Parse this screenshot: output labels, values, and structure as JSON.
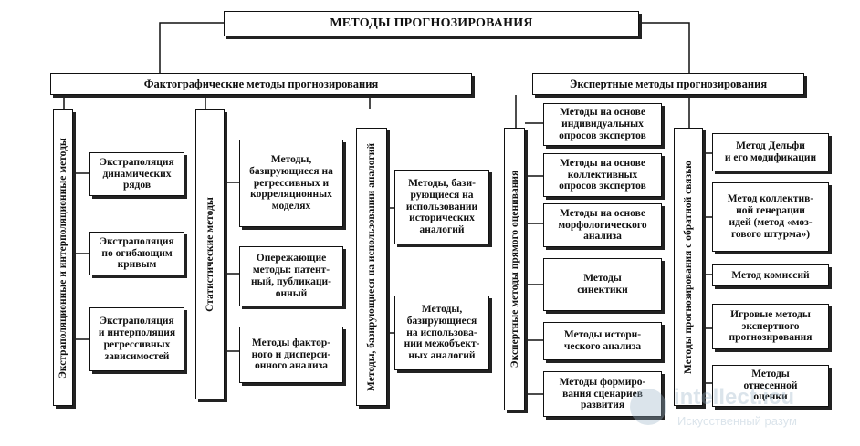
{
  "title": "МЕТОДЫ ПРОГНОЗИРОВАНИЯ",
  "left_branch": {
    "label": "Фактографические методы прогнозирования",
    "groups": [
      {
        "label": "Экстраполяционные и интерполяционные методы",
        "items": [
          "Экстраполяция\nдинамических\nрядов",
          "Экстраполяция\nпо огибающим\nкривым",
          "Экстраполяция\nи интерполяция\nрегрессивных\nзависимостей"
        ]
      },
      {
        "label": "Статистические методы",
        "items": [
          "Методы,\nбазирующиеся на\nрегрессивных и\nкорреляционных\nмоделях",
          "Опережающие\nметоды: патент-\nный, публикаци-\nонный",
          "Методы фактор-\nного и дисперси-\nонного анализа"
        ]
      },
      {
        "label": "Методы, базирующиеся на использовании аналогий",
        "items": [
          "Методы, бази-\nрующиеся на\nиспользовании\nисторических\nаналогий",
          "Методы,\nбазирующиеся\nна использова-\nнии межобъект-\nных аналогий"
        ]
      }
    ]
  },
  "right_branch": {
    "label": "Экспертные методы прогнозирования",
    "groups": [
      {
        "label": "Экспертные методы прямого оценивания",
        "items": [
          "Методы на основе\nиндивидуальных\nопросов экспертов",
          "Методы на основе\nколлективных\nопросов экспертов",
          "Методы на основе\nморфологического\nанализа",
          "Методы\nсинектики",
          "Методы истори-\nческого анализа",
          "Методы формиро-\nвания сценариев\nразвития"
        ]
      },
      {
        "label": "Методы прогнозирования с обратной связью",
        "items": [
          "Метод Дельфи\nи его модификации",
          "Метод коллектив-\nной генерации\nидей (метод «моз-\nгового штурма»)",
          "Метод комиссий",
          "Игровые методы\nэкспертного\nпрогнозирования",
          "Методы\nотнесенной\nоценки"
        ]
      }
    ]
  },
  "watermark": {
    "line1": "intellect.icu",
    "line2": "Искусственный разум"
  }
}
